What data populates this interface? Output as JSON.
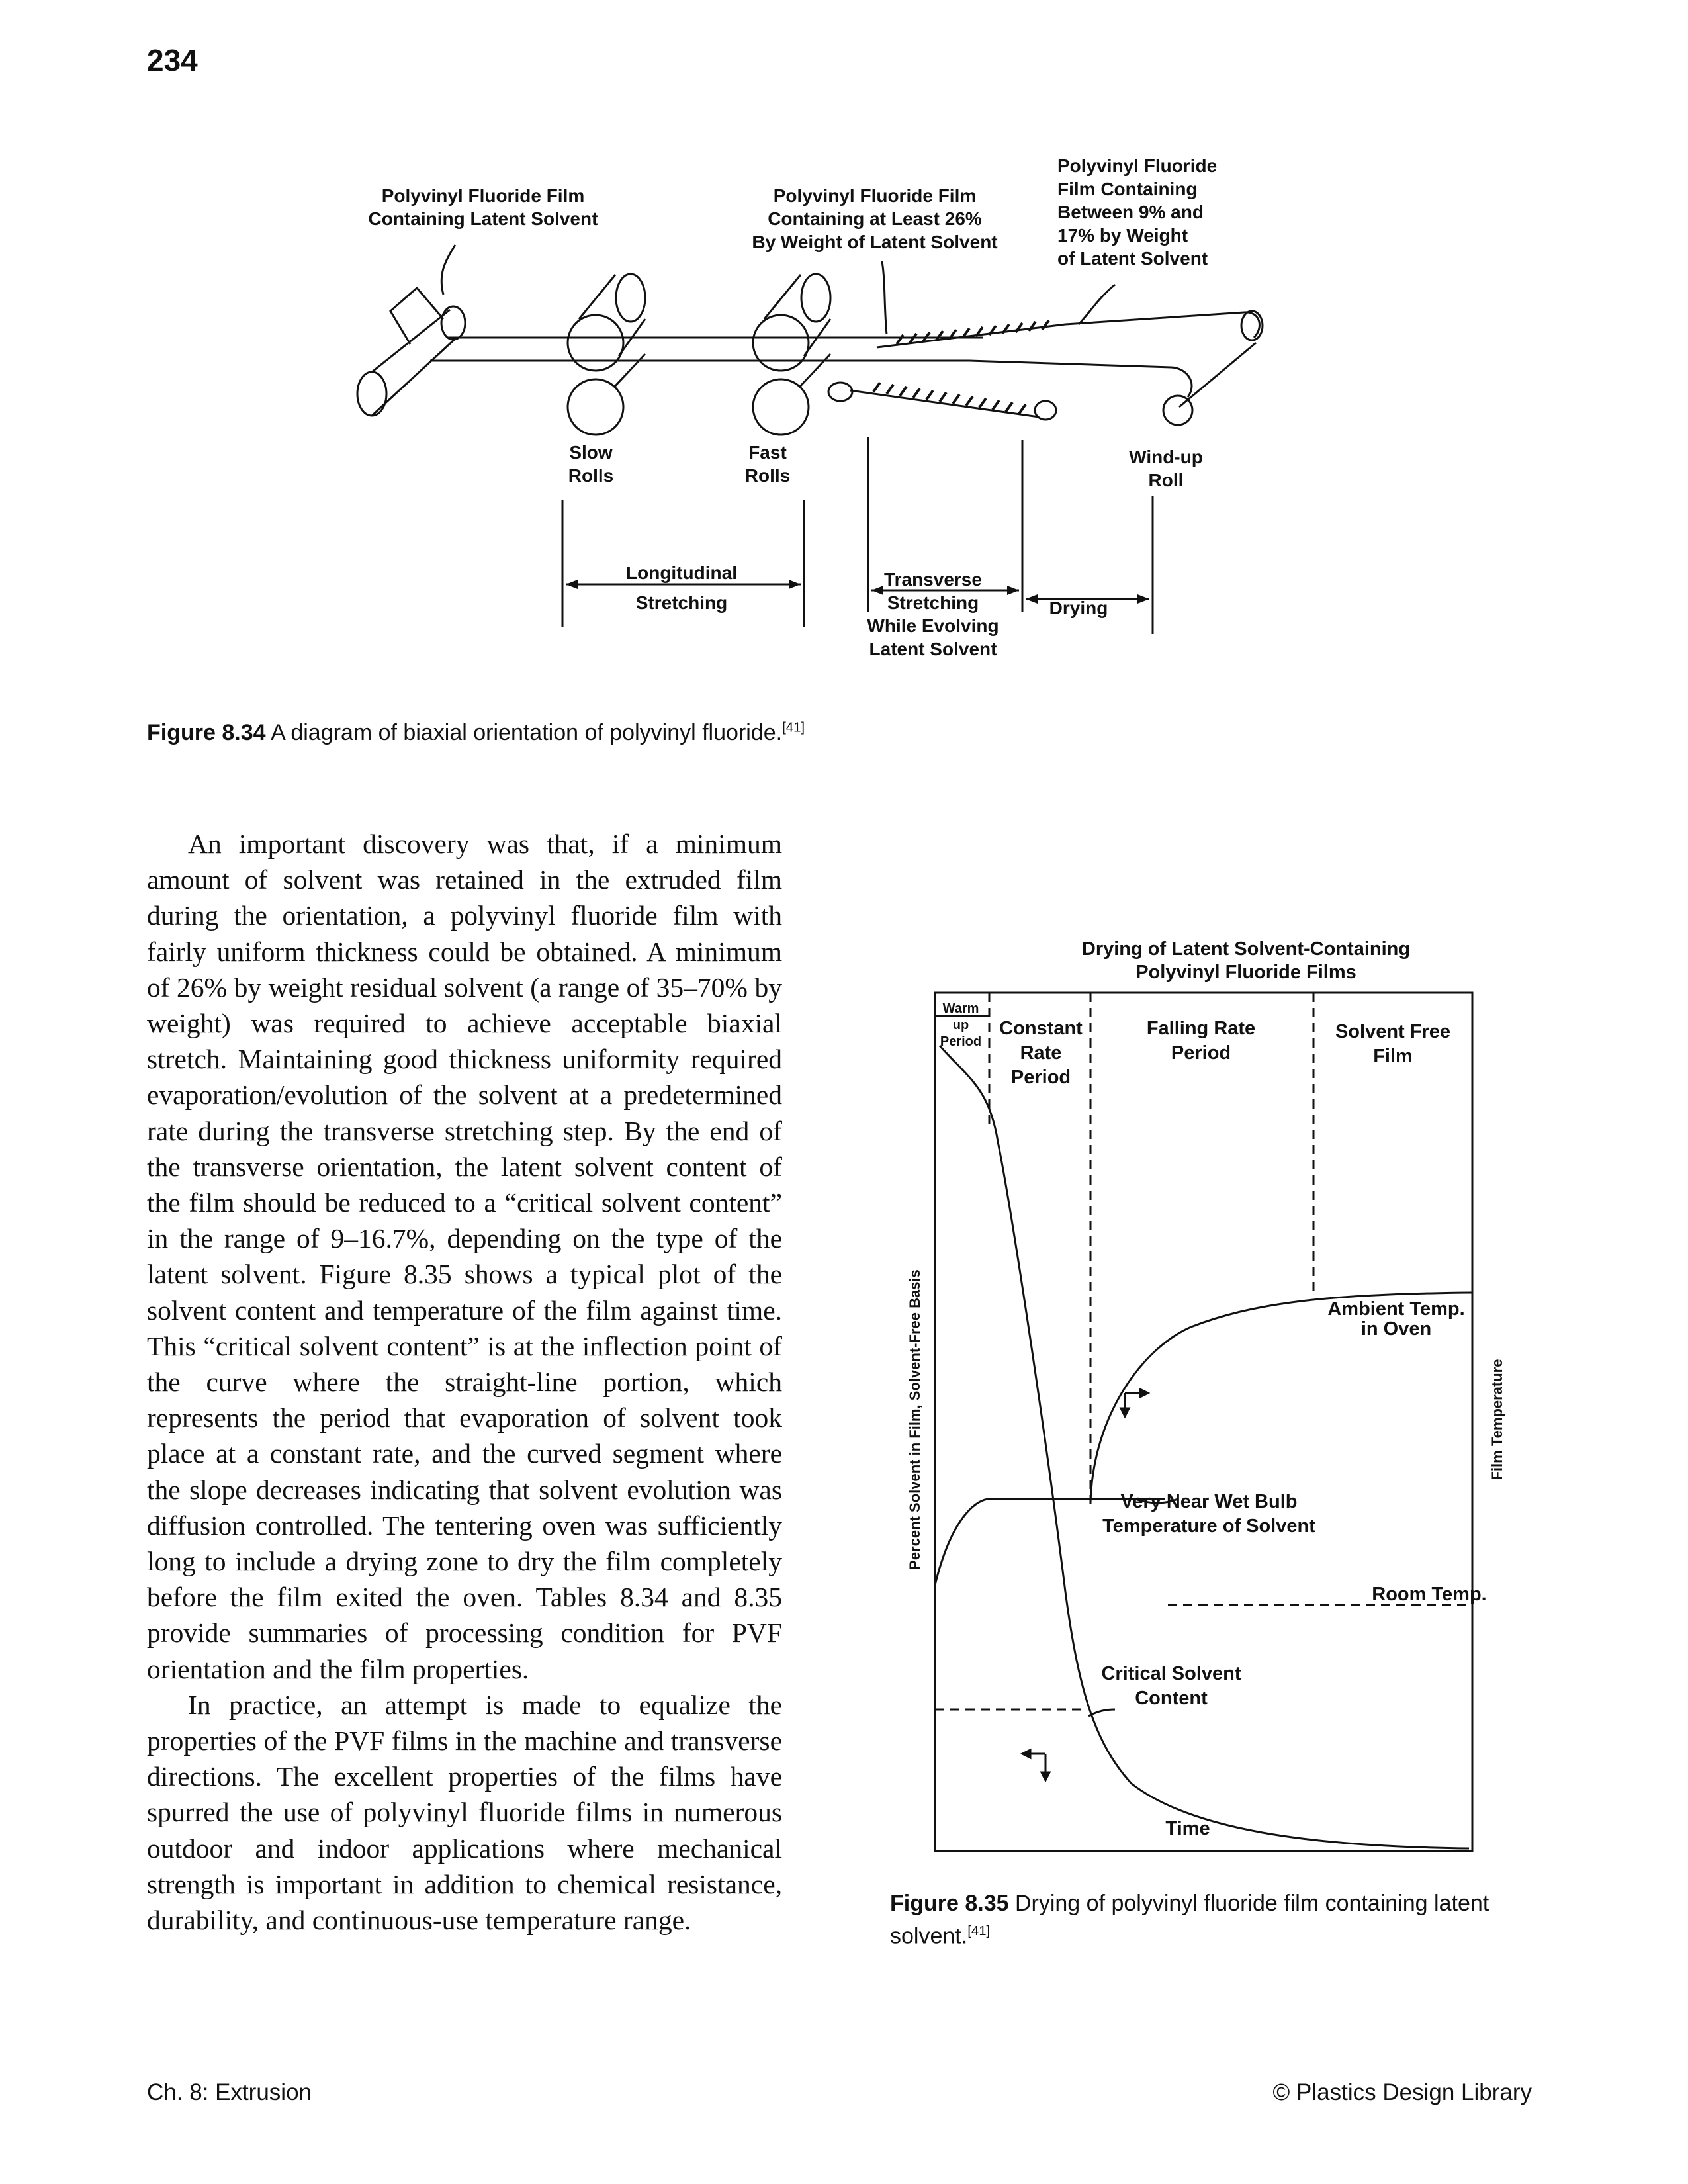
{
  "page_number": "234",
  "figure_834": {
    "label_pvf_latent": [
      "Polyvinyl Fluoride Film",
      "Containing Latent Solvent"
    ],
    "label_pvf_26": [
      "Polyvinyl Fluoride Film",
      "Containing at Least 26%",
      "By Weight of Latent Solvent"
    ],
    "label_pvf_9_17": [
      "Polyvinyl Fluoride",
      "Film Containing",
      "Between 9% and",
      "17% by Weight",
      "of Latent Solvent"
    ],
    "slow_rolls": [
      "Slow",
      "Rolls"
    ],
    "fast_rolls": [
      "Fast",
      "Rolls"
    ],
    "windup_roll": [
      "Wind-up",
      "Roll"
    ],
    "longitudinal": [
      "Longitudinal",
      "Stretching"
    ],
    "transverse": [
      "Transverse",
      "Stretching",
      "While Evolving",
      "Latent Solvent"
    ],
    "drying": "Drying",
    "caption_label": "Figure 8.34",
    "caption_text": " A diagram of biaxial orientation of polyvinyl fluoride.",
    "caption_ref": "[41]"
  },
  "body_paragraphs": [
    "An important discovery was that, if a minimum amount of solvent was retained in the extruded film during the orientation, a polyvinyl fluoride film with fairly uniform thickness could be obtained. A minimum of 26% by weight residual solvent (a range of 35–70% by weight) was required to achieve acceptable biaxial stretch. Maintaining good thickness uniformity required evaporation/evolution of the solvent at a predetermined rate during the transverse stretching step. By the end of the transverse orientation, the latent solvent content of the film should be reduced to a “critical solvent content” in the range of 9–16.7%, depending on the type of the latent solvent. Figure 8.35 shows a typical plot of the solvent content and temperature of the film against time. This “critical solvent content” is at the inflection point of the curve where the straight-line portion, which represents the period that evaporation of solvent took place at a constant rate, and the curved segment where the slope decreases indicating that solvent evolution was diffusion controlled. The tentering oven was sufficiently long to include a drying zone to dry the film completely before the film exited the oven. Tables 8.34 and 8.35 provide summaries of processing condition for PVF orientation and the film properties.",
    "In practice, an attempt is made to equalize the properties of the PVF films in the machine and transverse directions. The excellent properties of the films have spurred the use of polyvinyl fluoride films in numerous outdoor and indoor applications where mechanical strength is important in addition to chemical resistance, durability, and continuous-use temperature range."
  ],
  "figure_835": {
    "title": [
      "Drying of Latent Solvent-Containing",
      "Polyvinyl Fluoride Films"
    ],
    "warmup": [
      "Warm",
      "up",
      "Period"
    ],
    "constant_rate": [
      "Constant",
      "Rate",
      "Period"
    ],
    "falling_rate": [
      "Falling Rate",
      "Period"
    ],
    "solvent_free": [
      "Solvent Free",
      "Film"
    ],
    "ambient": [
      "Ambient Temp.",
      "in Oven"
    ],
    "wet_bulb": [
      "Very Near Wet Bulb",
      "Temperature of Solvent"
    ],
    "room_temp": "Room Temp.",
    "critical": [
      "Critical Solvent",
      "Content"
    ],
    "y_left": "Percent Solvent in Film, Solvent-Free Basis",
    "y_right": "Film Temperature",
    "x_label": "Time",
    "caption_label": "Figure 8.35",
    "caption_text": " Drying of polyvinyl fluoride film containing latent solvent.",
    "caption_ref": "[41]"
  },
  "footer": {
    "left": "Ch. 8: Extrusion",
    "right": "© Plastics Design Library"
  }
}
